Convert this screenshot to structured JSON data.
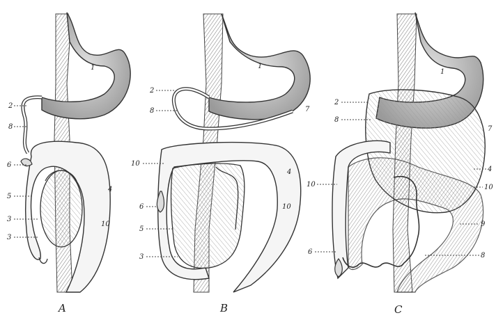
{
  "panels": [
    {
      "caption": "A",
      "labels": [
        "2",
        "8",
        "6",
        "5",
        "3",
        "3",
        "1",
        "4",
        "10"
      ]
    },
    {
      "caption": "B",
      "labels": [
        "2",
        "8",
        "1",
        "7",
        "10",
        "6",
        "5",
        "3",
        "4",
        "10"
      ]
    },
    {
      "caption": "C",
      "labels": [
        "2",
        "8",
        "1",
        "7",
        "4",
        "10",
        "10",
        "9",
        "6",
        "8"
      ]
    }
  ],
  "colors": {
    "ink": "#333333",
    "shade": "#8a8a8a",
    "paper": "#ffffff"
  }
}
